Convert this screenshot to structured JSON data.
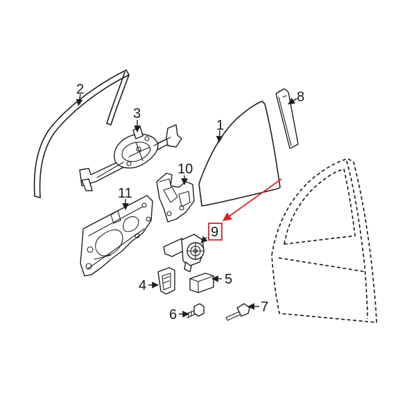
{
  "diagram": {
    "callouts": [
      {
        "id": "1",
        "label": "1"
      },
      {
        "id": "2",
        "label": "2"
      },
      {
        "id": "3",
        "label": "3"
      },
      {
        "id": "4",
        "label": "4"
      },
      {
        "id": "5",
        "label": "5"
      },
      {
        "id": "6",
        "label": "6"
      },
      {
        "id": "7",
        "label": "7"
      },
      {
        "id": "8",
        "label": "8"
      },
      {
        "id": "9",
        "label": "9"
      },
      {
        "id": "10",
        "label": "10"
      },
      {
        "id": "11",
        "label": "11"
      }
    ],
    "highlight": {
      "callout_id": "9",
      "color": "#e02020"
    },
    "ink_color": "#1e1e1e",
    "background_color": "#ffffff"
  }
}
